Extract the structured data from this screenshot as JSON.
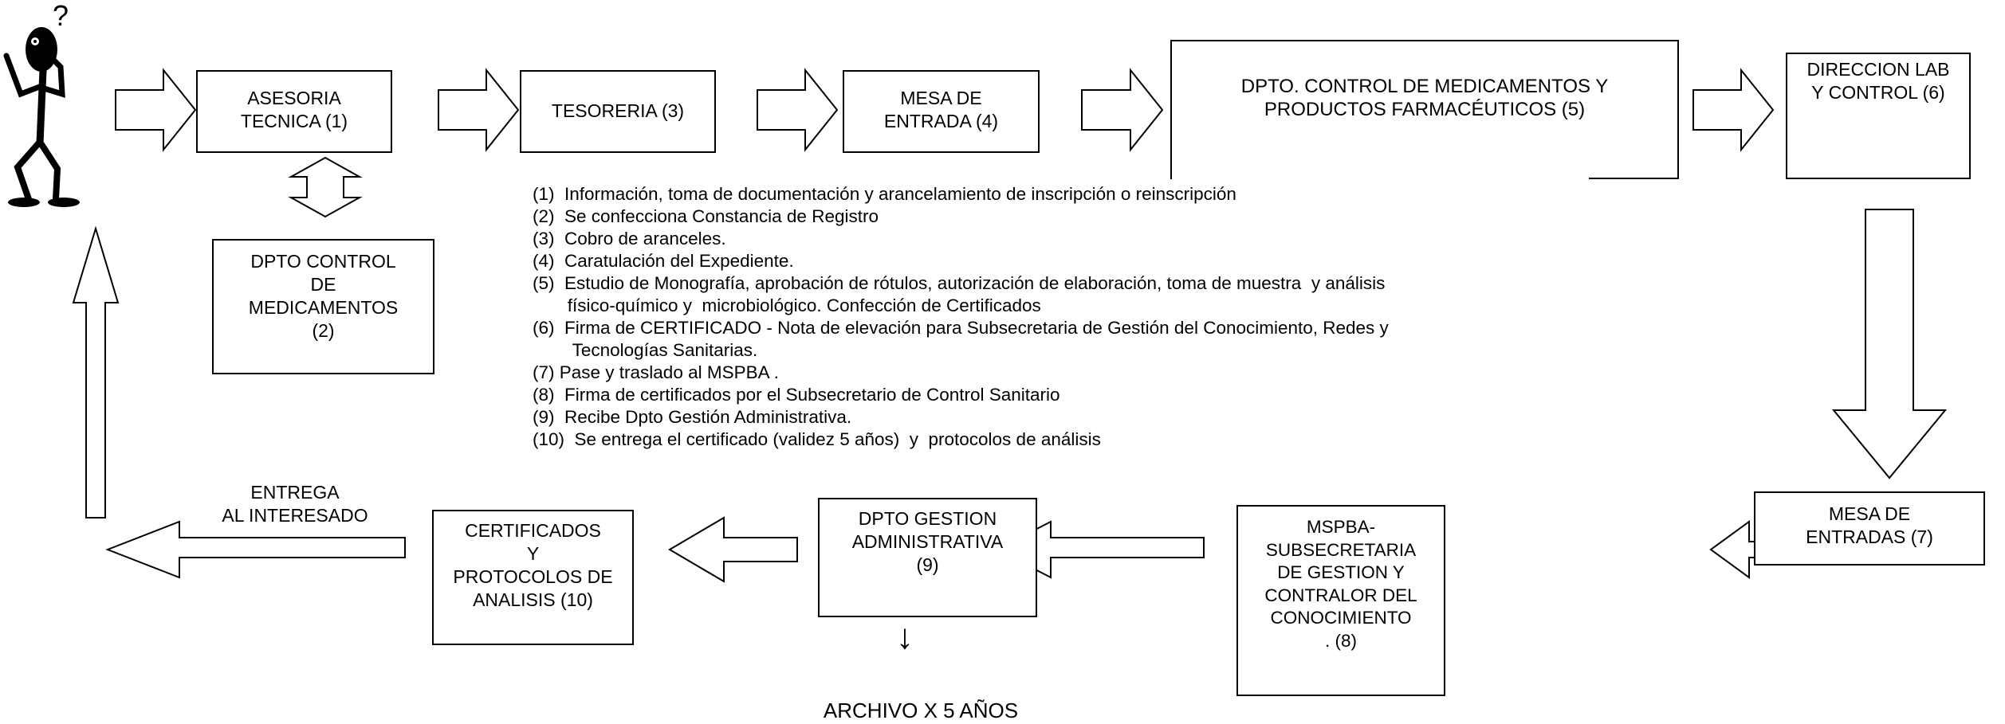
{
  "boxes": {
    "asesoria": "ASESORIA\nTECNICA  (1)",
    "tesoreria": "TESORERIA (3)",
    "mesa_entrada": "MESA DE\nENTRADA (4)",
    "dpto_control_prod": "DPTO. CONTROL DE MEDICAMENTOS Y\nPRODUCTOS  FARMACÉUTICOS (5)",
    "direccion_lab": "DIRECCION LAB\nY CONTROL (6)",
    "dpto_control_med": "DPTO CONTROL\nDE\nMEDICAMENTOS\n(2)",
    "mesa_entradas": "MESA DE\nENTRADAS (7)",
    "mspba": "MSPBA-\nSUBSECRETARIA\nDE GESTION Y\nCONTRALOR DEL\nCONOCIMIENTO\n.  (8)",
    "dpto_gestion": "DPTO GESTION\nADMINISTRATIVA\n(9)",
    "certificados": "CERTIFICADOS\nY\nPROTOCOLOS DE\nANALISIS  (10)"
  },
  "labels": {
    "entrega": "ENTREGA\nAL INTERESADO",
    "archivo": "ARCHIVO X 5 AÑOS",
    "down_arrow_glyph": "↓",
    "question_mark": "?"
  },
  "notes": [
    "(1)  Información, toma de documentación y arancelamiento de inscripción o reinscripción",
    "(2)  Se confecciona Constancia de Registro",
    "(3)  Cobro de aranceles.",
    "(4)  Caratulación del Expediente.",
    "(5)  Estudio de Monografía, aprobación de rótulos, autorización de elaboración, toma de muestra  y análisis",
    "       físico-químico y  microbiológico. Confección de Certificados",
    "(6)  Firma de CERTIFICADO - Nota de elevación para Subsecretaria de Gestión del Conocimiento, Redes y",
    "        Tecnologías Sanitarias.",
    "(7) Pase y traslado al MSPBA .",
    "(8)  Firma de certificados por el Subsecretario de Control Sanitario",
    "(9)  Recibe Dpto Gestión Administrativa.",
    "(10)  Se entrega el certificado (validez 5 años)  y  protocolos de análisis"
  ]
}
